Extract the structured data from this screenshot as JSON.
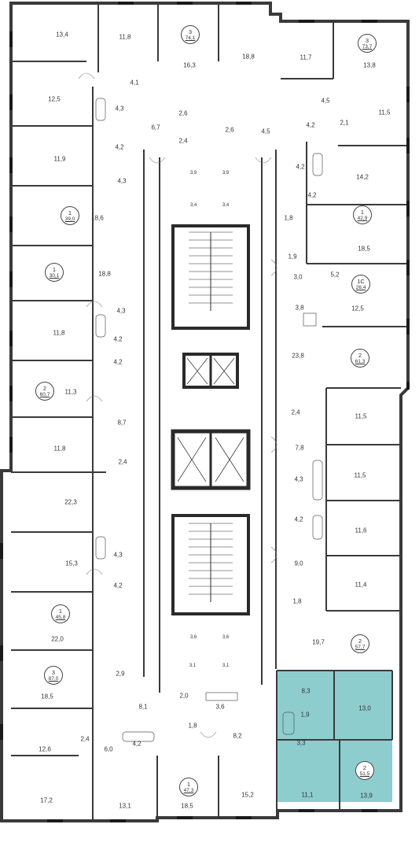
{
  "colors": {
    "highlight": "#8ecdce",
    "wall": "#3a3a3a",
    "window": "#1a1a1a"
  },
  "apartments": [
    {
      "rooms": "3",
      "area": "74,1"
    },
    {
      "rooms": "3",
      "area": "73,7"
    },
    {
      "rooms": "1",
      "area": "39,0"
    },
    {
      "rooms": "1",
      "area": "42,9"
    },
    {
      "rooms": "1",
      "area": "30,1"
    },
    {
      "rooms": "1С",
      "area": "26,4"
    },
    {
      "rooms": "2",
      "area": "61,3"
    },
    {
      "rooms": "2",
      "area": "60,7"
    },
    {
      "rooms": "1",
      "area": "45,8"
    },
    {
      "rooms": "2",
      "area": "57,7"
    },
    {
      "rooms": "3",
      "area": "87,0"
    },
    {
      "rooms": "2",
      "area": "51,5"
    },
    {
      "rooms": "1",
      "area": "47,3"
    }
  ],
  "room_areas": [
    "13,4",
    "11,8",
    "16,3",
    "18,8",
    "11,7",
    "13,8",
    "4,1",
    "12,5",
    "4,3",
    "4,2",
    "6,7",
    "2,6",
    "2,4",
    "2,6",
    "4,5",
    "4,5",
    "4,2",
    "2,1",
    "11,5",
    "11,9",
    "4,3",
    "4,2",
    "14,2",
    "3,9",
    "3,9",
    "4,2",
    "18,6",
    "3,4",
    "3,4",
    "1,8",
    "18,5",
    "1,9",
    "18,8",
    "3,0",
    "5,2",
    "12,5",
    "3,8",
    "4,3",
    "11,8",
    "4,2",
    "23,8",
    "4,2",
    "11,3",
    "2,4",
    "11,5",
    "8,7",
    "7,8",
    "11,8",
    "2,4",
    "22,3",
    "4,3",
    "11,5",
    "4,2",
    "11,6",
    "4,3",
    "15,3",
    "9,0",
    "4,2",
    "11,4",
    "22,0",
    "1,8",
    "19,7",
    "3,6",
    "3,6",
    "2,9",
    "3,1",
    "3,1",
    "18,5",
    "8,3",
    "13,0",
    "8,1",
    "2,0",
    "3,6",
    "1,9",
    "1,8",
    "8,2",
    "3,3",
    "12,6",
    "2,4",
    "6,0",
    "4,2",
    "17,2",
    "13,1",
    "18,5",
    "15,2",
    "11,1",
    "13,9"
  ]
}
